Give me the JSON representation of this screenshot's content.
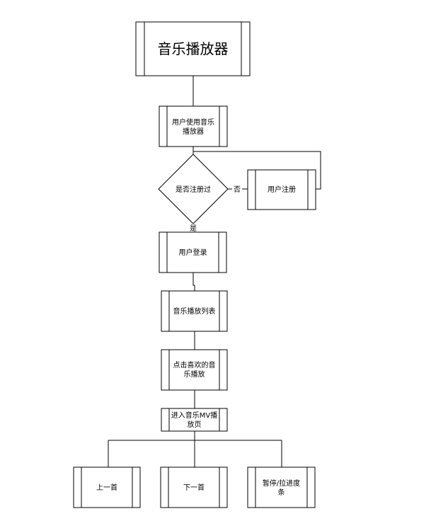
{
  "flowchart": {
    "title": "音乐播放器",
    "use_player": [
      "用户使用音乐",
      "播放器"
    ],
    "decision": "是否注册过",
    "no_label": "否",
    "yes_label": "是",
    "register": "用户注册",
    "login": "用户登录",
    "playlist": "音乐播放列表",
    "click_play": [
      "点击喜欢的音",
      "乐播放"
    ],
    "enter_mv": [
      "进入音乐MV播",
      "放页"
    ],
    "prev": "上一首",
    "next": "下一首",
    "pause": [
      "暂停/拉进度",
      "条"
    ]
  },
  "colors": {
    "stroke": "#000000",
    "fill": "#ffffff"
  }
}
